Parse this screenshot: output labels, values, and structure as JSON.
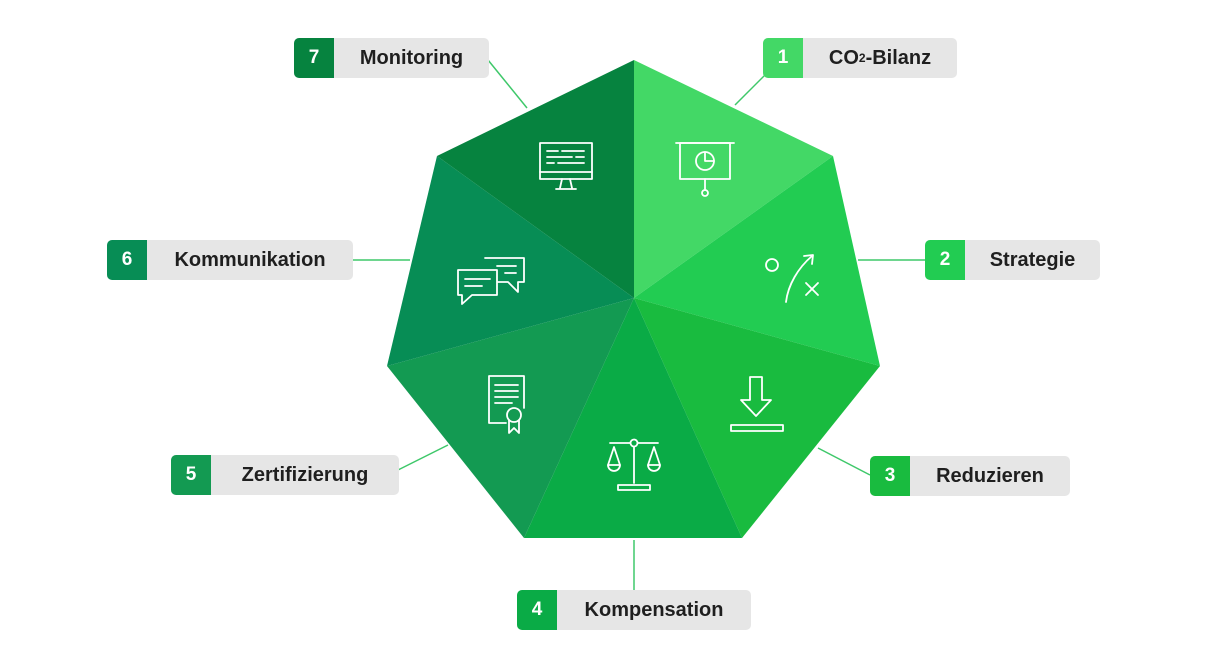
{
  "colors": {
    "seg1": "#43d866",
    "seg2": "#22cc52",
    "seg3": "#19bb3f",
    "seg4": "#0aab46",
    "seg5": "#139a52",
    "seg6": "#078d55",
    "seg7": "#06833f",
    "connector": "#3fc86a",
    "label_bg": "#e6e6e6",
    "icon_stroke": "#ffffff"
  },
  "steps": [
    {
      "number": "1",
      "label_main": "CO",
      "label_sub": "2",
      "label_rest": "-Bilanz",
      "icon": "presentation-chart-icon",
      "badge_color": "#43d866"
    },
    {
      "number": "2",
      "label": "Strategie",
      "icon": "strategy-play-icon",
      "badge_color": "#22cc52"
    },
    {
      "number": "3",
      "label": "Reduzieren",
      "icon": "download-arrow-icon",
      "badge_color": "#19bb3f"
    },
    {
      "number": "4",
      "label": "Kompensation",
      "icon": "balance-scale-icon",
      "badge_color": "#0aab46"
    },
    {
      "number": "5",
      "label": "Zertifizierung",
      "icon": "certificate-icon",
      "badge_color": "#139a52"
    },
    {
      "number": "6",
      "label": "Kommunikation",
      "icon": "chat-bubbles-icon",
      "badge_color": "#078d55"
    },
    {
      "number": "7",
      "label": "Monitoring",
      "icon": "monitor-icon",
      "badge_color": "#06833f"
    }
  ]
}
